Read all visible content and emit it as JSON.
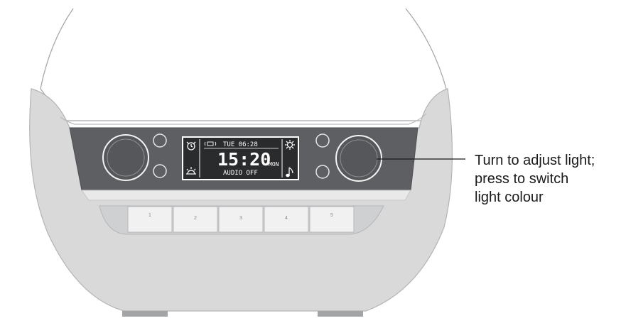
{
  "display": {
    "status_line": "TUE 06:28",
    "time": "15:20",
    "day": "MON",
    "audio": "AUDIO OFF"
  },
  "keys": [
    {
      "label": "1"
    },
    {
      "label": "2"
    },
    {
      "label": "3"
    },
    {
      "label": "4"
    },
    {
      "label": "5"
    }
  ],
  "icons": {
    "top_left": "alarm-clock-icon",
    "bottom_left": "sunrise-icon",
    "top_right": "settings-gear-icon",
    "bottom_right": "music-note-icon",
    "status": "radio-icon"
  },
  "callout": {
    "lines": [
      "Turn to adjust light;",
      "press to switch",
      "light colour"
    ]
  },
  "colors": {
    "body": "#d9d9da",
    "band": "#5d5f62",
    "lcd": "#2a2b2d",
    "knob": "#55575a"
  }
}
